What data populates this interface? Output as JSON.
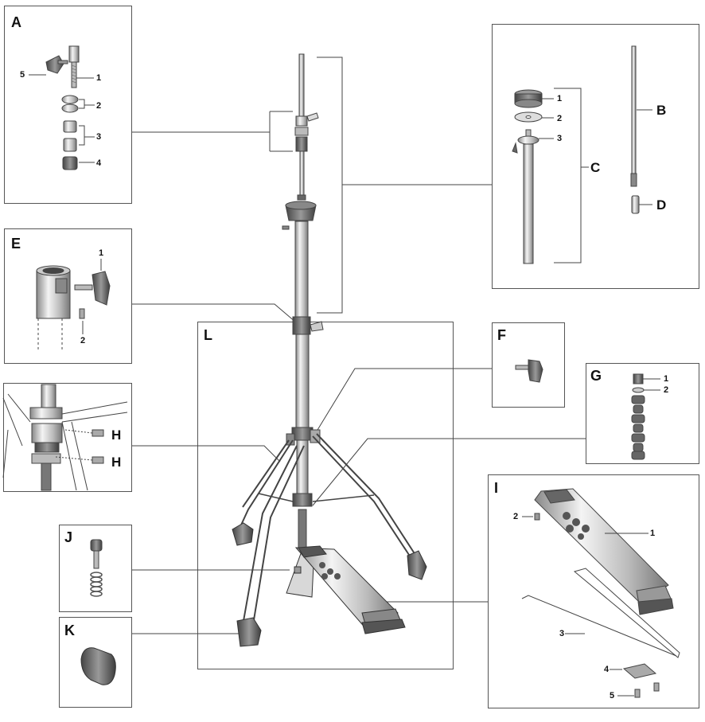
{
  "panels": {
    "A": {
      "label": "A",
      "callouts": [
        "5",
        "1",
        "2",
        "3",
        "4"
      ]
    },
    "B": {
      "label": "B"
    },
    "C": {
      "label": "C",
      "callouts": [
        "1",
        "2",
        "3"
      ]
    },
    "D": {
      "label": "D"
    },
    "E": {
      "label": "E",
      "callouts": [
        "1",
        "2"
      ]
    },
    "F": {
      "label": "F"
    },
    "G": {
      "label": "G",
      "callouts": [
        "1",
        "2"
      ]
    },
    "H": {
      "label": "H"
    },
    "I": {
      "label": "I",
      "callouts": [
        "2",
        "1",
        "3",
        "4",
        "5"
      ]
    },
    "J": {
      "label": "J"
    },
    "K": {
      "label": "K"
    },
    "L": {
      "label": "L"
    }
  },
  "colors": {
    "line": "#444444",
    "part_dark": "#555555",
    "part_light": "#bbbbbb",
    "rubber": "#666666"
  }
}
